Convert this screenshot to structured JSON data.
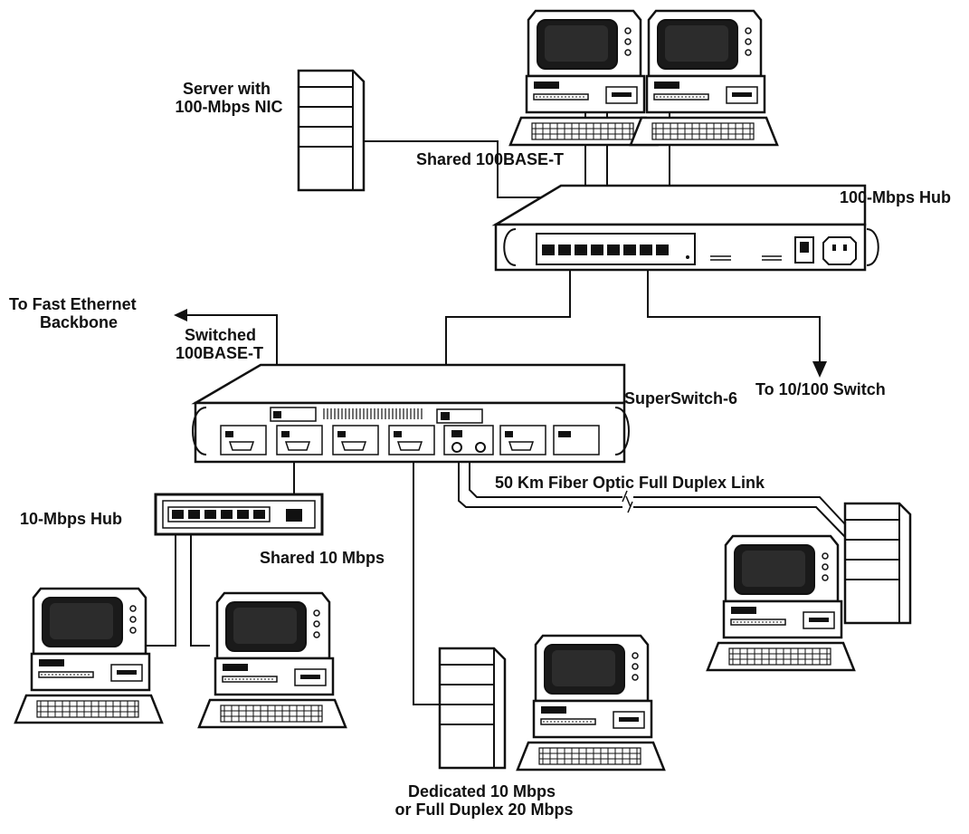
{
  "labels": {
    "server": [
      "Server with",
      "100-Mbps NIC"
    ],
    "shared_100": "Shared 100BASE-T",
    "hub_100": "100-Mbps Hub",
    "fast_ethernet": [
      "To Fast Ethernet",
      "Backbone"
    ],
    "switched_100": [
      "Switched",
      "100BASE-T"
    ],
    "to_10_100_switch": "To 10/100 Switch",
    "superswitch": "SuperSwitch-6",
    "fiber_link": "50 Km Fiber Optic Full Duplex Link",
    "hub_10": "10-Mbps Hub",
    "shared_10": "Shared 10 Mbps",
    "dedicated": [
      "Dedicated 10 Mbps",
      "or Full Duplex 20 Mbps"
    ]
  },
  "colors": {
    "ink": "#111111",
    "paper": "#ffffff",
    "screen": "#1a1a1a"
  }
}
